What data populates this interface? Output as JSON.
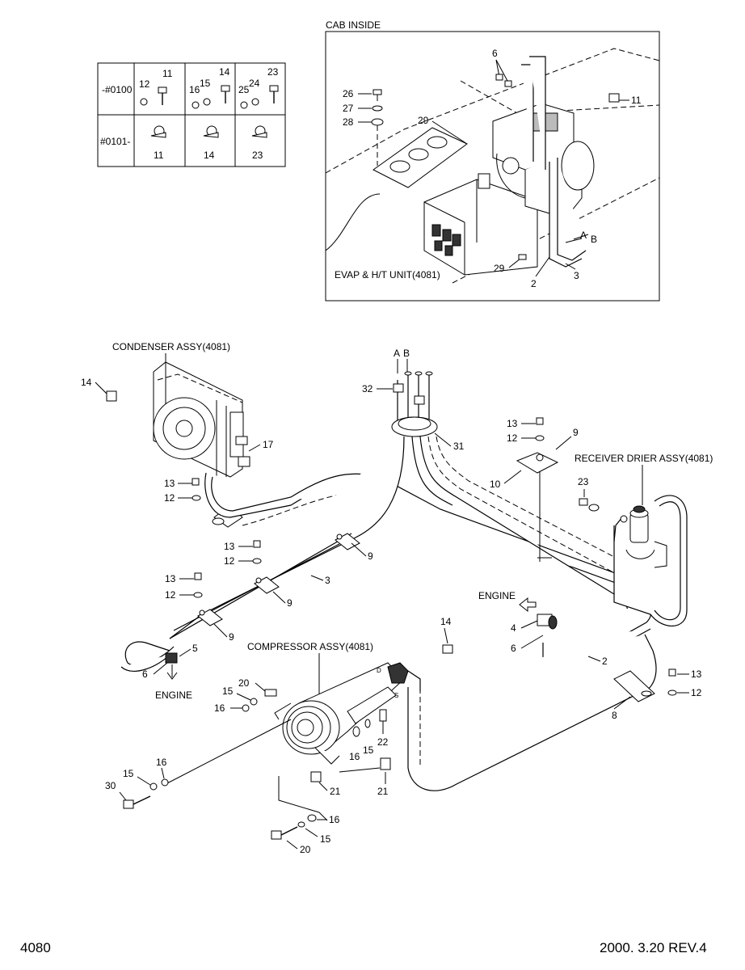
{
  "page": {
    "number": "4080",
    "date_rev": "2000. 3.20  REV.4"
  },
  "table": {
    "rows": [
      {
        "label": "-#0100",
        "cells": [
          [
            "12",
            "11"
          ],
          [
            "16",
            "15",
            "14"
          ],
          [
            "25",
            "24",
            "23"
          ]
        ]
      },
      {
        "label": "#0101-",
        "cells": [
          [
            "11"
          ],
          [
            "14"
          ],
          [
            "23"
          ]
        ]
      }
    ]
  },
  "inset": {
    "title": "CAB INSIDE",
    "unit_label": "EVAP & H/T UNIT(4081)",
    "callouts": [
      "6",
      "11",
      "26",
      "27",
      "28",
      "29",
      "29",
      "2",
      "3",
      "A",
      "B"
    ]
  },
  "assemblies": {
    "condenser": "CONDENSER ASSY(4081)",
    "receiver": "RECEIVER DRIER ASSY(4081)",
    "compressor": "COMPRESSOR ASSY(4081)",
    "engine_1": "ENGINE",
    "engine_2": "ENGINE"
  },
  "callouts": {
    "c14a": "14",
    "c17": "17",
    "c13a": "13",
    "c12a": "12",
    "c8a": "8",
    "cA": "A",
    "cB": "B",
    "c32": "32",
    "c31": "31",
    "c13b": "13",
    "c12b": "12",
    "c9a": "9",
    "c10": "10",
    "c23a": "23",
    "c13c": "13",
    "c12c": "12",
    "c9b": "9",
    "c3": "3",
    "c13d": "13",
    "c12d": "12",
    "c9c": "9",
    "c9d": "9",
    "c5": "5",
    "c6a": "6",
    "c4": "4",
    "c6b": "6",
    "c2": "2",
    "c14b": "14",
    "c13e": "13",
    "c12e": "12",
    "c8b": "8",
    "c20a": "20",
    "c15a": "15",
    "c16a": "16",
    "c22": "22",
    "c16b": "16",
    "c15b": "15",
    "c16c": "16",
    "c15c": "15",
    "c30": "30",
    "c21a": "21",
    "c21b": "21",
    "c16d": "16",
    "c15d": "15",
    "c20b": "20"
  }
}
